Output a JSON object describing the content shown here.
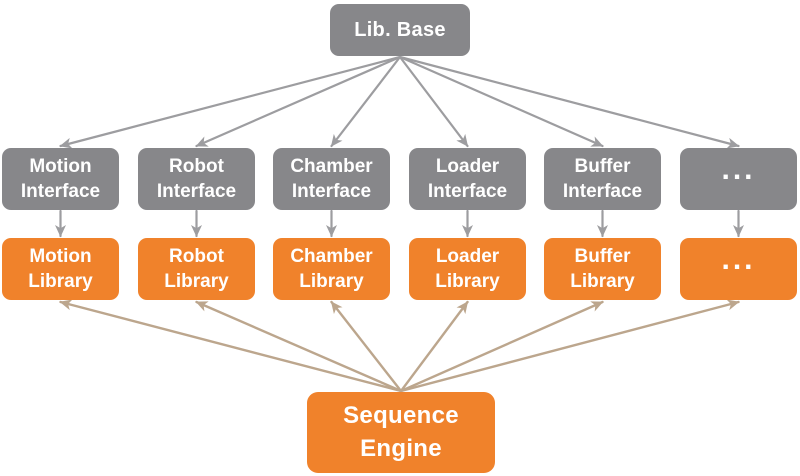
{
  "diagram": {
    "nodes": {
      "lib_base": {
        "label": "Lib. Base"
      },
      "motion_interface": {
        "label": "Motion\nInterface"
      },
      "robot_interface": {
        "label": "Robot\nInterface"
      },
      "chamber_interface": {
        "label": "Chamber\nInterface"
      },
      "loader_interface": {
        "label": "Loader\nInterface"
      },
      "buffer_interface": {
        "label": "Buffer\nInterface"
      },
      "etc_interface": {
        "label": "..."
      },
      "motion_library": {
        "label": "Motion\nLibrary"
      },
      "robot_library": {
        "label": "Robot\nLibrary"
      },
      "chamber_library": {
        "label": "Chamber\nLibrary"
      },
      "loader_library": {
        "label": "Loader\nLibrary"
      },
      "buffer_library": {
        "label": "Buffer\nLibrary"
      },
      "etc_library": {
        "label": "..."
      },
      "sequence_engine": {
        "label": "Sequence\nEngine"
      }
    },
    "edges": [
      {
        "from": "lib_base",
        "to": "motion_interface",
        "kind": "gray"
      },
      {
        "from": "lib_base",
        "to": "robot_interface",
        "kind": "gray"
      },
      {
        "from": "lib_base",
        "to": "chamber_interface",
        "kind": "gray"
      },
      {
        "from": "lib_base",
        "to": "loader_interface",
        "kind": "gray"
      },
      {
        "from": "lib_base",
        "to": "buffer_interface",
        "kind": "gray"
      },
      {
        "from": "lib_base",
        "to": "etc_interface",
        "kind": "gray"
      },
      {
        "from": "motion_interface",
        "to": "motion_library",
        "kind": "gray"
      },
      {
        "from": "robot_interface",
        "to": "robot_library",
        "kind": "gray"
      },
      {
        "from": "chamber_interface",
        "to": "chamber_library",
        "kind": "gray"
      },
      {
        "from": "loader_interface",
        "to": "loader_library",
        "kind": "gray"
      },
      {
        "from": "buffer_interface",
        "to": "buffer_library",
        "kind": "gray"
      },
      {
        "from": "etc_interface",
        "to": "etc_library",
        "kind": "gray"
      },
      {
        "from": "sequence_engine",
        "to": "motion_library",
        "kind": "tan"
      },
      {
        "from": "sequence_engine",
        "to": "robot_library",
        "kind": "tan"
      },
      {
        "from": "sequence_engine",
        "to": "chamber_library",
        "kind": "tan"
      },
      {
        "from": "sequence_engine",
        "to": "loader_library",
        "kind": "tan"
      },
      {
        "from": "sequence_engine",
        "to": "buffer_library",
        "kind": "tan"
      },
      {
        "from": "sequence_engine",
        "to": "etc_library",
        "kind": "tan"
      }
    ]
  },
  "colors": {
    "gray_box": "#87878a",
    "orange_box": "#f0822b",
    "arrow_gray": "#9d9da0",
    "arrow_tan": "#bca68d",
    "label": "#ffffff"
  }
}
